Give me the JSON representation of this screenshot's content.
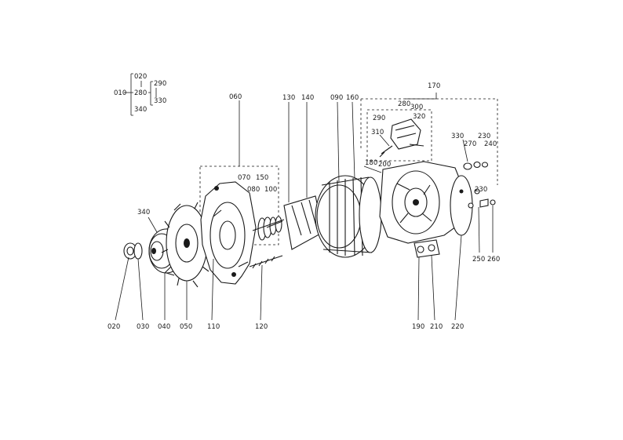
{
  "legend": {
    "root": "010",
    "top": "020",
    "middle": "280",
    "bottom": "340",
    "right_top": "290",
    "right_bottom": "330"
  },
  "callouts": {
    "c020": "020",
    "c030": "030",
    "c040": "040",
    "c050": "050",
    "c060": "060",
    "c070": "070",
    "c080": "080",
    "c090": "090",
    "c100": "100",
    "c110": "110",
    "c120": "120",
    "c130": "130",
    "c140": "140",
    "c150": "150",
    "c160": "160",
    "c170": "170",
    "c180": "180",
    "c190": "190",
    "c200": "200",
    "c210": "210",
    "c220": "220",
    "c230a": "230",
    "c230b": "230",
    "c240": "240",
    "c250": "250",
    "c260": "260",
    "c270": "270",
    "c280": "280",
    "c290": "290",
    "c300": "300",
    "c310": "310",
    "c320": "320",
    "c330": "330",
    "c340": "340"
  }
}
